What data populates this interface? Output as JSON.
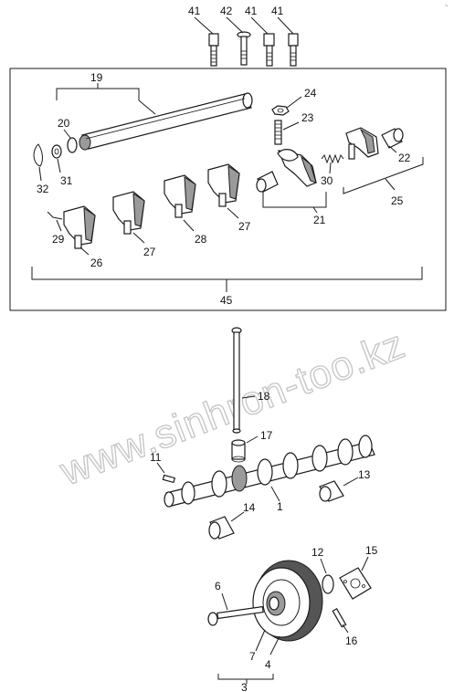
{
  "corner_mark": "~",
  "watermark": "www.sinhron-too.kz",
  "callouts": {
    "c41a": "41",
    "c42": "42",
    "c41b": "41",
    "c41c": "41",
    "c19": "19",
    "c24": "24",
    "c23": "23",
    "c20": "20",
    "c22": "22",
    "c31": "31",
    "c32": "32",
    "c30": "30",
    "c25": "25",
    "c21": "21",
    "c29": "29",
    "c27a": "27",
    "c28": "28",
    "c27b": "27",
    "c26": "26",
    "c45": "45",
    "c18": "18",
    "c17": "17",
    "c11": "11",
    "c13": "13",
    "c1": "1",
    "c14": "14",
    "c12": "12",
    "c15": "15",
    "c6": "6",
    "c16": "16",
    "c7": "7",
    "c4": "4",
    "c3": "3"
  },
  "colors": {
    "ink": "#1a1a1a",
    "shade": "#9a9a9a",
    "watermark": "#c8c8c8"
  }
}
